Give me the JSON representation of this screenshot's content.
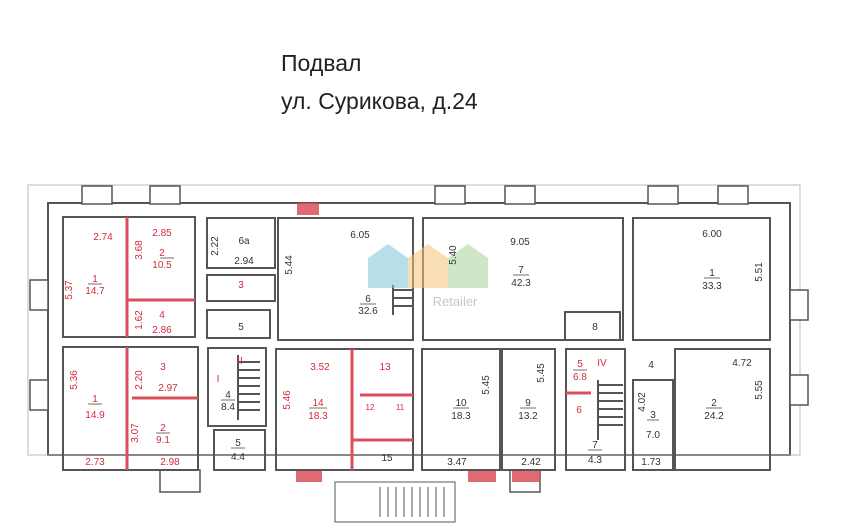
{
  "header": {
    "title": "Подвал",
    "address": "ул. Сурикова, д.24"
  },
  "watermark": {
    "logo_text": "Retailer"
  },
  "colors": {
    "wall": "#555555",
    "red_marking": "#d42a3a"
  },
  "rooms": {
    "top_left_1": {
      "num": "1",
      "area": "14.7",
      "dims": [
        "5.37",
        "2.74"
      ]
    },
    "top_left_2": {
      "num": "2",
      "area": "10.5",
      "dims": [
        "2.85",
        "3.68"
      ]
    },
    "top_left_4": {
      "num": "4",
      "dims": [
        "1.62",
        "2.86"
      ]
    },
    "r6a": {
      "num": "6a",
      "dims": [
        "2.22",
        "2.94"
      ]
    },
    "r3": {
      "num": "3"
    },
    "r5": {
      "num": "5"
    },
    "r6": {
      "num": "6",
      "area": "32.6",
      "dims": [
        "6.05",
        "5.44"
      ]
    },
    "r7": {
      "num": "7",
      "area": "42.3",
      "dims": [
        "9.05",
        "5.40"
      ]
    },
    "r8": {
      "num": "8"
    },
    "r1_right": {
      "num": "1",
      "area": "33.3",
      "dims": [
        "6.00",
        "5.51"
      ]
    },
    "bl1": {
      "num": "1",
      "area": "14.9",
      "dims": [
        "5.36",
        "2.73"
      ]
    },
    "bl3": {
      "num": "3",
      "dims": [
        "2.20",
        "2.97"
      ]
    },
    "bl2": {
      "num": "2",
      "area": "9.1",
      "dims": [
        "3.07",
        "2.98"
      ]
    },
    "stair4": {
      "num": "4",
      "area": "8.4",
      "mark": "II",
      "door": "I"
    },
    "bl5": {
      "num": "5",
      "area": "4.4"
    },
    "r14": {
      "num": "14",
      "area": "18.3",
      "dims": [
        "3.52",
        "5.46"
      ]
    },
    "r13": {
      "num": "13"
    },
    "r12": {
      "num": "12"
    },
    "r11": {
      "num": "11"
    },
    "r15": {
      "num": "15"
    },
    "r10": {
      "num": "10",
      "area": "18.3",
      "dims": [
        "5.45",
        "3.47"
      ]
    },
    "r9": {
      "num": "9",
      "area": "13.2",
      "dims": [
        "5.45",
        "2.42"
      ]
    },
    "br5": {
      "num": "5",
      "area": "6.8",
      "mark": "IV"
    },
    "br6": {
      "num": "6"
    },
    "br7": {
      "num": "7",
      "area": "4.3"
    },
    "br4": {
      "num": "4"
    },
    "br3": {
      "num": "3",
      "area": "7.0",
      "dims": [
        "4.02",
        "1.73"
      ]
    },
    "br2": {
      "num": "2",
      "area": "24.2",
      "dims": [
        "4.72",
        "5.55"
      ]
    }
  }
}
